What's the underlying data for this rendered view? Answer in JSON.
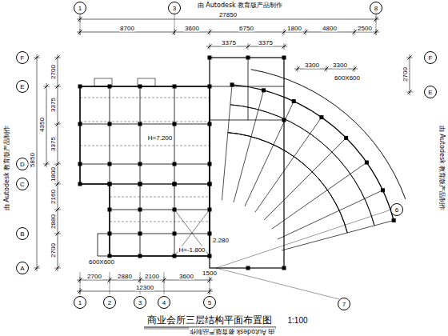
{
  "diagram": {
    "title": "商业会所三层结构平面布置图",
    "nodes": [
      {
        "text": [
          "1"
        ]
      },
      {
        "text": [
          "3"
        ]
      },
      {
        "text": [
          "8"
        ]
      },
      {
        "text": [
          "F"
        ]
      },
      {
        "text": [
          "E"
        ]
      },
      {
        "text": [
          "D"
        ]
      },
      {
        "text": [
          "C"
        ]
      },
      {
        "text": [
          "B"
        ]
      },
      {
        "text": [
          "A"
        ]
      },
      {
        "text": [
          "F"
        ]
      },
      {
        "text": [
          "E"
        ]
      },
      {
        "text": [
          "6"
        ]
      },
      {
        "text": [
          "7"
        ]
      },
      {
        "text": [
          "1"
        ]
      },
      {
        "text": [
          "2"
        ]
      },
      {
        "text": [
          "3"
        ]
      },
      {
        "text": [
          "4"
        ]
      },
      {
        "text": [
          "5"
        ]
      }
    ],
    "edges": [],
    "labels": [
      "由 Autodesk 教育版产品制作",
      "27850",
      "8700",
      "3600",
      "6750",
      "1800",
      "4800",
      "2500",
      "3375",
      "3375",
      "3300",
      "3300",
      "600X600",
      "2700",
      "3375",
      "3375",
      "4350",
      "5850",
      "1800",
      "2160",
      "2880",
      "2700",
      "2700",
      "H=7.200",
      "H=-1.800",
      "2.280",
      "600X600",
      "1500",
      "2700",
      "2880",
      "2100",
      "3600",
      "12300",
      "由 Autodesk 教育版产品制作",
      "由 Autodesk 教育版产品制作",
      "由 Autodesk 教育版产品制作",
      "1:100"
    ]
  }
}
